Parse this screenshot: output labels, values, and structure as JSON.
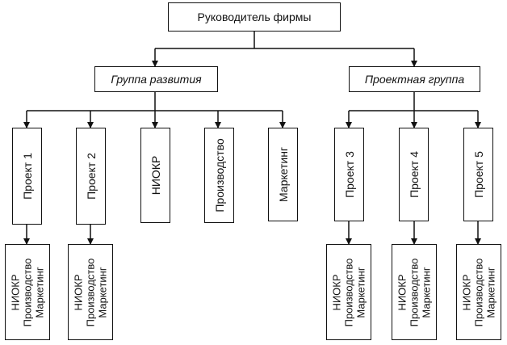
{
  "diagram": {
    "root": {
      "label": "Руководитель фирмы"
    },
    "groups": [
      {
        "label": "Группа развития",
        "units": [
          {
            "label": "Проект 1",
            "sub": [
              "НИОКР",
              "Производство",
              "Маркетинг"
            ]
          },
          {
            "label": "Проект 2",
            "sub": [
              "НИОКР",
              "Производство",
              "Маркетинг"
            ]
          },
          {
            "label": "НИОКР"
          },
          {
            "label": "Производство"
          },
          {
            "label": "Маркетинг"
          }
        ]
      },
      {
        "label": "Проектная группа",
        "units": [
          {
            "label": "Проект 3",
            "sub": [
              "НИОКР",
              "Производство",
              "Маркетинг"
            ]
          },
          {
            "label": "Проект 4",
            "sub": [
              "НИОКР",
              "Производство",
              "Маркетинг"
            ]
          },
          {
            "label": "Проект 5",
            "sub": [
              "НИОКР",
              "Производство",
              "Маркетинг"
            ]
          }
        ]
      }
    ]
  }
}
